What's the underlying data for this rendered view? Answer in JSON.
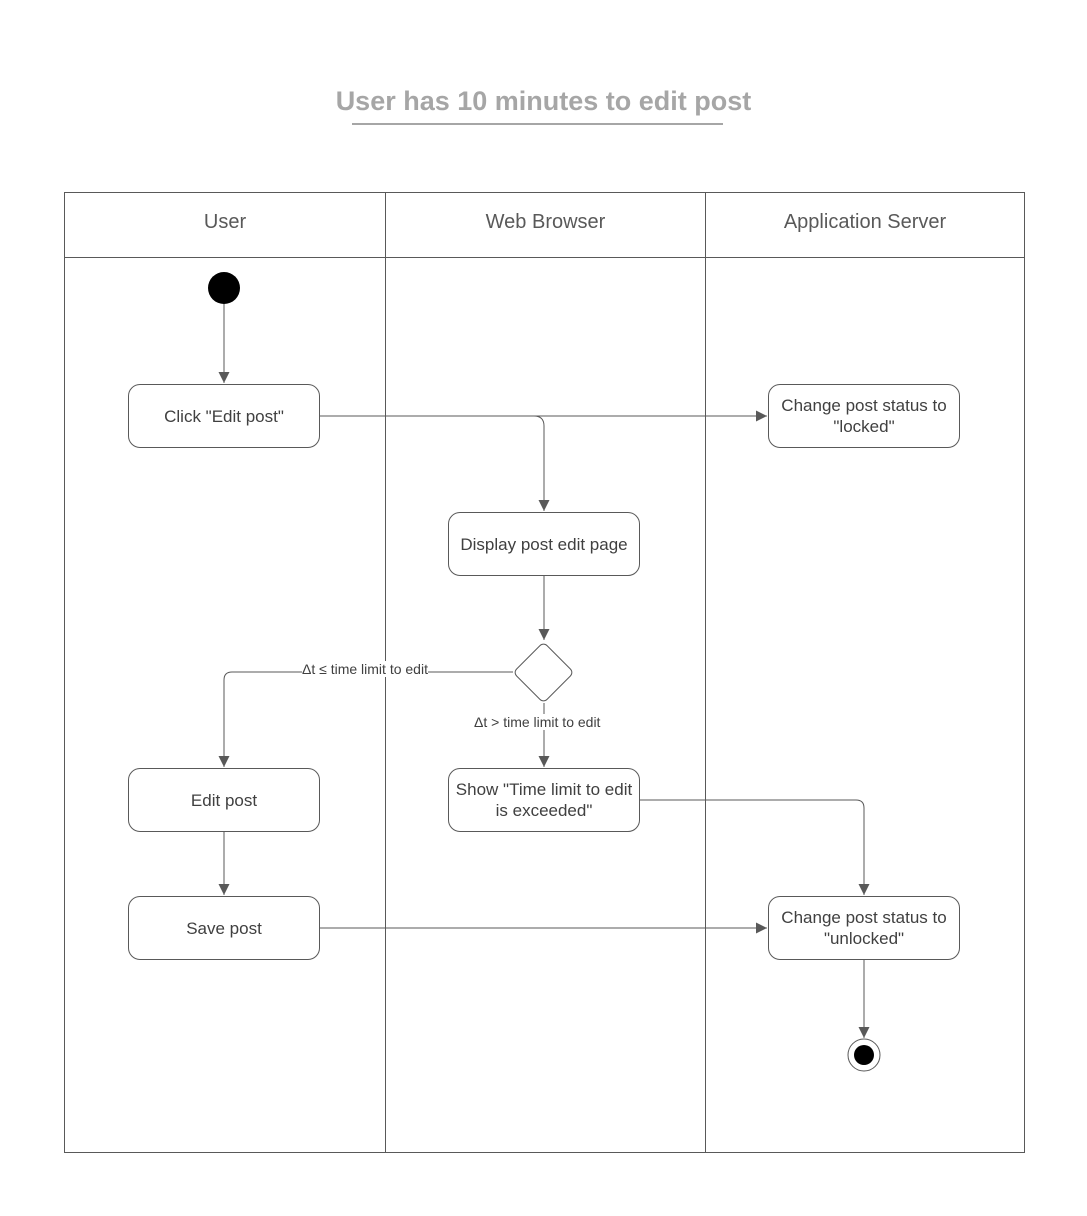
{
  "title": "User has 10 minutes to edit post",
  "lanes": [
    {
      "label": "User"
    },
    {
      "label": "Web Browser"
    },
    {
      "label": "Application Server"
    }
  ],
  "nodes": {
    "click_edit": "Click \"Edit post\"",
    "lock_status": "Change post status to \"locked\"",
    "display_edit_page": "Display post edit page",
    "edit_post": "Edit post",
    "show_time_limit": "Show \"Time limit to edit is exceeded\"",
    "save_post": "Save post",
    "unlock_status": "Change post status to \"unlocked\""
  },
  "edge_labels": {
    "within_limit": "Δt ≤ time limit to edit",
    "exceeded_limit": "Δt > time limit to edit"
  },
  "colors": {
    "line": "#595959",
    "title": "#a6a6a6",
    "text": "#404040"
  }
}
